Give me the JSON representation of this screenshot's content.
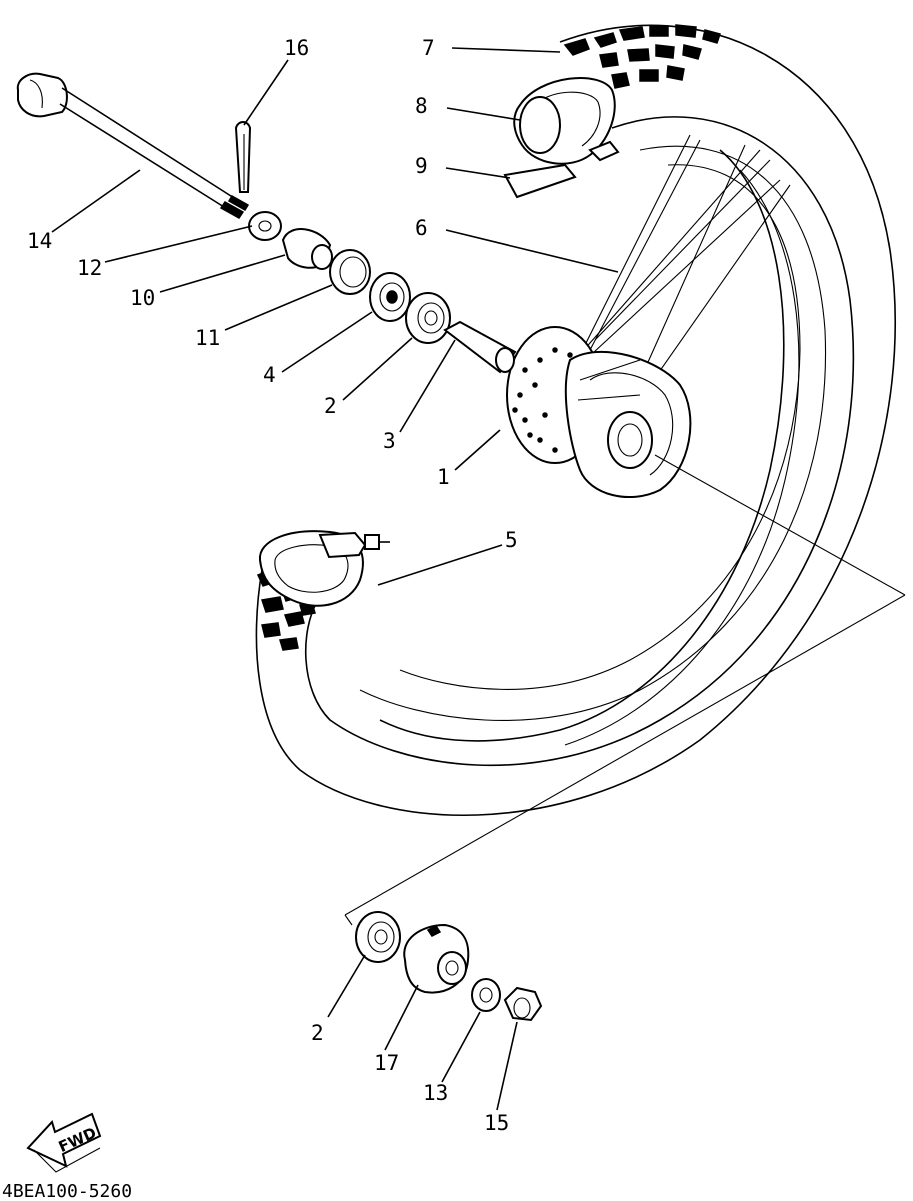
{
  "labels": [
    {
      "id": "16",
      "text": "16"
    },
    {
      "id": "7",
      "text": "7"
    },
    {
      "id": "8",
      "text": "8"
    },
    {
      "id": "9",
      "text": "9"
    },
    {
      "id": "6",
      "text": "6"
    },
    {
      "id": "14",
      "text": "14"
    },
    {
      "id": "12",
      "text": "12"
    },
    {
      "id": "10",
      "text": "10"
    },
    {
      "id": "11",
      "text": "11"
    },
    {
      "id": "4",
      "text": "4"
    },
    {
      "id": "2a",
      "text": "2"
    },
    {
      "id": "3",
      "text": "3"
    },
    {
      "id": "1",
      "text": "1"
    },
    {
      "id": "5",
      "text": "5"
    },
    {
      "id": "2b",
      "text": "2"
    },
    {
      "id": "17",
      "text": "17"
    },
    {
      "id": "13",
      "text": "13"
    },
    {
      "id": "15",
      "text": "15"
    }
  ],
  "fwd_arrow": {
    "text": "FWD"
  },
  "diagram_code": "4BEA100-5260"
}
